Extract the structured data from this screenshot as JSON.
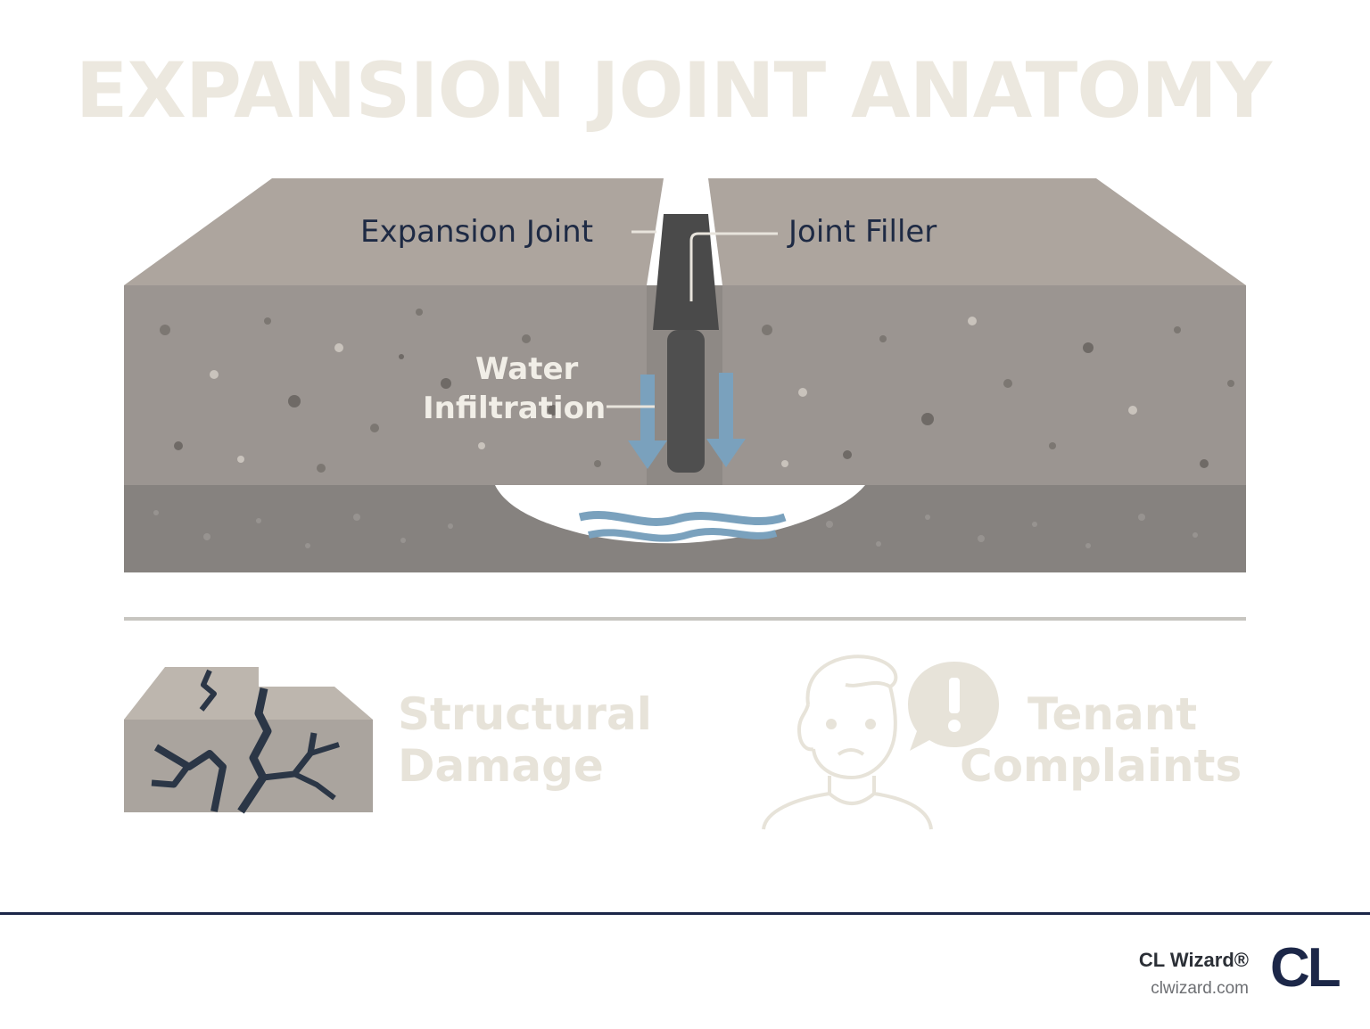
{
  "title": "EXPANSION JOINT ANATOMY",
  "labels": {
    "expansion_joint": "Expansion Joint",
    "joint_filler": "Joint Filler",
    "water_line1": "Water",
    "water_line2": "Infiltration"
  },
  "outcomes": {
    "structural_line1": "Structural",
    "structural_line2": "Damage",
    "tenant_line1": "Tenant",
    "tenant_line2": "Complaints"
  },
  "footer": {
    "brand": "CL Wizard®",
    "url": "clwizard.com",
    "logo": "CL"
  },
  "colors": {
    "concrete_top": "#ada59e",
    "concrete_face": "#9b9591",
    "subbase": "#86827f",
    "joint_filler": "#4a4a4a",
    "water": "#7aa1bd",
    "navy": "#1c2748",
    "faded_text": "#e7e3d9"
  }
}
